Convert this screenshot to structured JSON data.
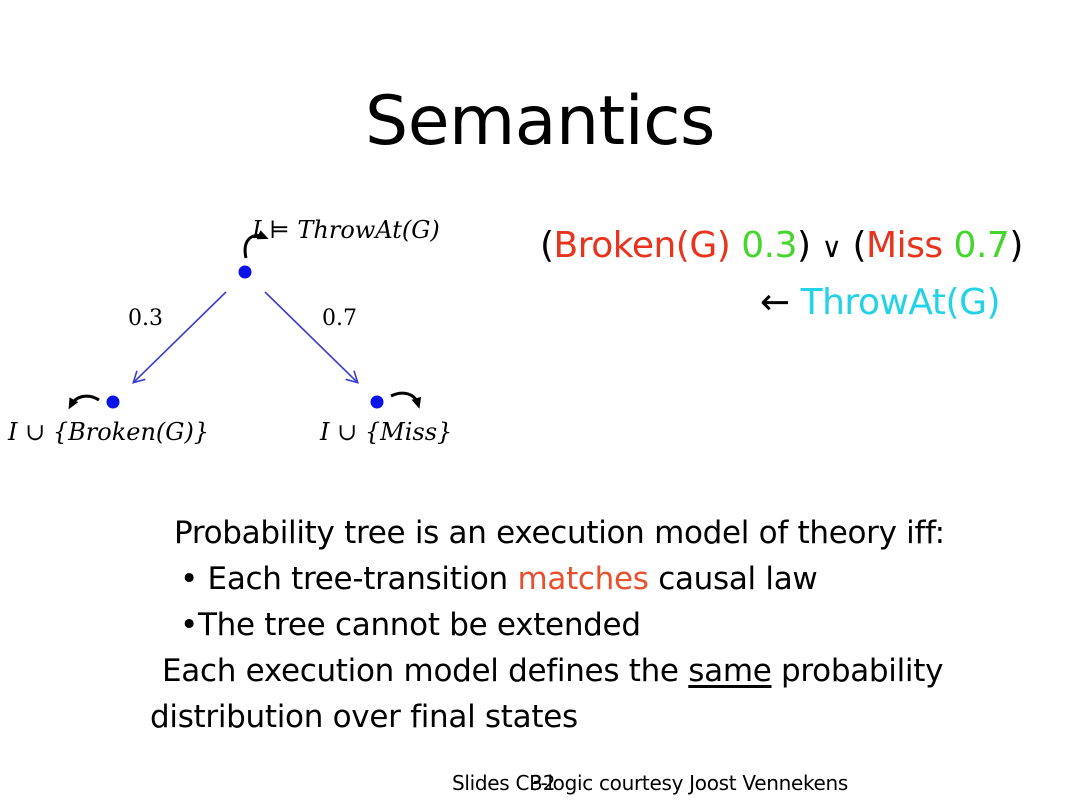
{
  "title": "Semantics",
  "tree": {
    "root_label": {
      "head": "I",
      "rel": "⊨",
      "tail": "ThrowAt(G)"
    },
    "left_prob": "0.3",
    "right_prob": "0.7",
    "left_leaf": {
      "head": "I",
      "rel": "∪",
      "tail": "{Broken(G)}"
    },
    "right_leaf": {
      "head": "I",
      "rel": "∪",
      "tail": "{Miss}"
    }
  },
  "rule": {
    "open1": "(",
    "broken": "Broken(G)",
    "p1": "0.3",
    "close1": ")",
    "or": "∨",
    "open2": "(",
    "miss": "Miss",
    "p2": "0.7",
    "close2": ")",
    "arrow": "←",
    "throw": "ThrowAt(G)"
  },
  "text": {
    "line1": "Probability tree is an execution model of theory iff:",
    "bullet1_pre": "• Each tree-transition ",
    "bullet1_hl": "matches",
    "bullet1_post": " causal law",
    "bullet2": "•The tree cannot be extended",
    "line4_pre": "Each execution model defines the ",
    "line4_ul": "same",
    "line4_post": " probability",
    "line5": "distribution over final states"
  },
  "footer": {
    "credit": "Slides CP-logic courtesy Joost Vennekens",
    "page": "32"
  },
  "colors": {
    "red": "#e8331d",
    "green": "#44d62c",
    "cyan": "#22d3e6",
    "node": "#0a14e6",
    "edge": "#3b3fd0"
  }
}
